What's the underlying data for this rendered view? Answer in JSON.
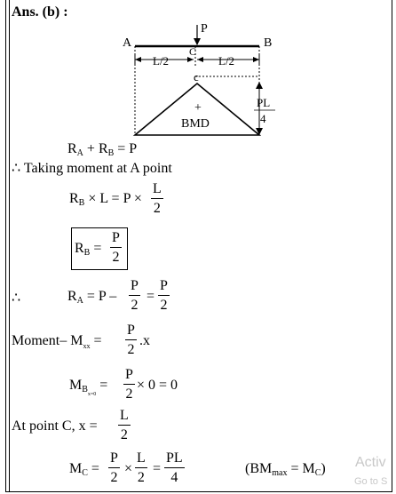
{
  "header": {
    "answer_label": "Ans. (b) :"
  },
  "diagram": {
    "point_a": "A",
    "point_b": "B",
    "point_c_top": "C",
    "load": "P",
    "half_left": "L/2",
    "half_right": "L/2",
    "apex_c": "c",
    "plus": "+",
    "bmd": "BMD",
    "pl_num": "PL",
    "pl_den": "4"
  },
  "steps": {
    "eq1": {
      "ra": "R",
      "ra_sub": "A",
      "plus": " + ",
      "rb": "R",
      "rb_sub": "B",
      "rhs": " = P"
    },
    "moment_text": "∴ Taking moment at A point",
    "eq2": {
      "lhs": "R",
      "lhs_sub": "B",
      "mid": " × L = P ×",
      "num": "L",
      "den": "2"
    },
    "eq3": {
      "lhs": "R",
      "lhs_sub": "B",
      "eq": " =",
      "num": "P",
      "den": "2"
    },
    "eq4": {
      "therefore": "∴",
      "lhs": "R",
      "lhs_sub": "A",
      "mid": " =  P –",
      "num1": "P",
      "den1": "2",
      "eq": "=",
      "num2": "P",
      "den2": "2"
    },
    "eq5": {
      "label": "Moment– ",
      "m": "M",
      "m_sub": "xx",
      "eq": " =",
      "num": "P",
      "den": "2",
      "tail": ".x"
    },
    "eq6": {
      "m": "M",
      "m_sub": "B",
      "m_subsub": "x=0",
      "eq": " =",
      "num": "P",
      "den": "2",
      "tail": "× 0 = 0"
    },
    "eq7": {
      "label": "At point C,  x =",
      "num": "L",
      "den": "2"
    },
    "eq8": {
      "m": "M",
      "m_sub": "C",
      "eq": " =",
      "num1": "P",
      "den1": "2",
      "times": "×",
      "num2": "L",
      "den2": "2",
      "eq2": "=",
      "num3": "PL",
      "den3": "4"
    },
    "bm_max": {
      "open": "(BM",
      "sub1": "max",
      "mid": " = M",
      "sub2": "C",
      "close": ")"
    }
  },
  "watermark": {
    "line1": "Activ",
    "line2": "Go to S"
  }
}
